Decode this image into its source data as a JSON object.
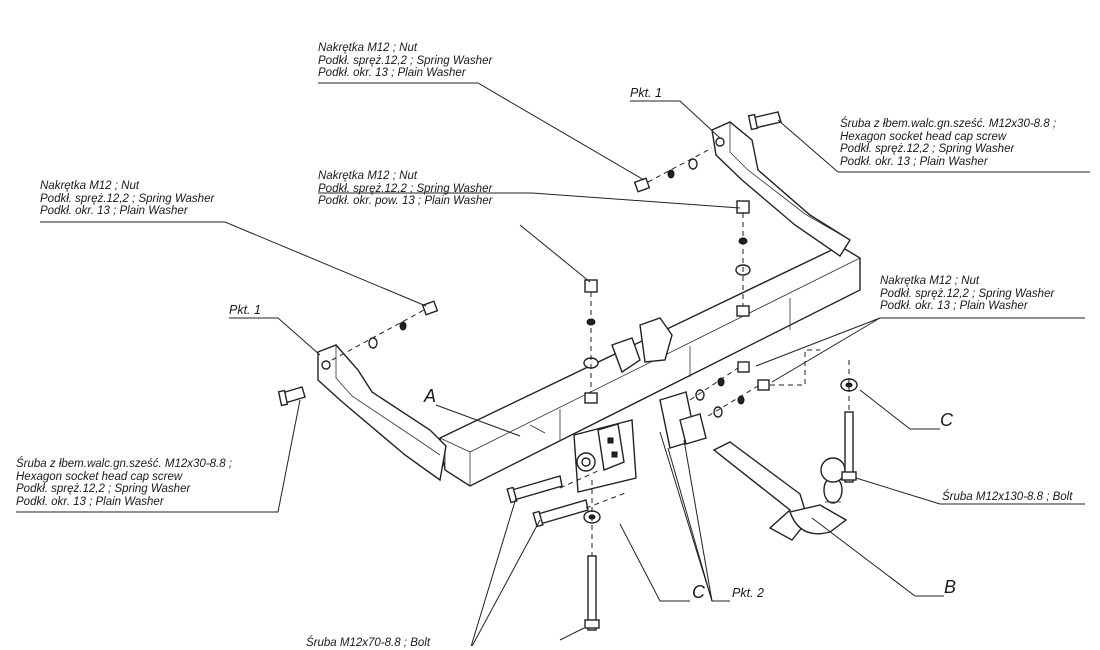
{
  "title": "",
  "parts": {
    "A": "A",
    "B": "B",
    "C_right": "C",
    "C_bottom": "C"
  },
  "points": {
    "pkt1_top": "Pkt. 1",
    "pkt1_left": "Pkt. 1",
    "pkt2": "Pkt. 2"
  },
  "callouts": {
    "top_nut_set": [
      "Nakrętka  M12 ; Nut",
      "Podkł. spręż.12,2 ; Spring Washer",
      "Podkł. okr. 13 ; Plain Washer"
    ],
    "middle_nut_set": [
      "Nakrętka  M12 ; Nut",
      "Podkł. spręż.12,2 ; Spring Washer",
      "Podkł. okr. pow. 13 ; Plain Washer"
    ],
    "left_nut_set": [
      "Nakrętka  M12 ; Nut",
      "Podkł. spręż.12,2 ; Spring Washer",
      "Podkł. okr. 13 ; Plain Washer"
    ],
    "right_screw_set": [
      "Śruba z łbem.walc.gn.sześć. M12x30-8.8 ;",
      "Hexagon socket head cap screw",
      "Podkł. spręż.12,2 ; Spring Washer",
      "Podkł. okr. 13 ; Plain Washer"
    ],
    "right_nut_set": [
      "Nakrętka  M12 ; Nut",
      "Podkł. spręż.12,2 ; Spring Washer",
      "Podkł. okr. 13 ; Plain Washer"
    ],
    "left_screw_set": [
      "Śruba z łbem.walc.gn.sześć. M12x30-8.8 ;",
      "Hexagon socket head cap screw",
      "Podkł. spręż.12,2 ; Spring Washer",
      "Podkł. okr. 13 ; Plain Washer"
    ],
    "bolt_m12x130": "Śruba M12x130-8.8 ;  Bolt",
    "bolt_m12x70": "Śruba M12x70-8.8 ;  Bolt"
  }
}
